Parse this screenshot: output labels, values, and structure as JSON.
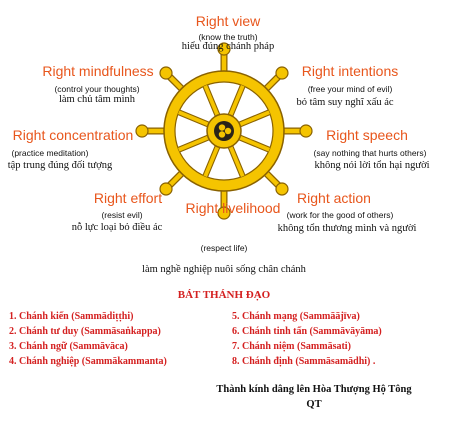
{
  "wheel_labels": {
    "right_view": {
      "heading": "Right view",
      "english": "(know the truth)",
      "vietnamese": "hiểu đúng chánh pháp"
    },
    "right_intentions": {
      "heading": "Right intentions",
      "english": "(free your mind of evil)",
      "vietnamese": "bỏ tâm suy nghĩ xấu ác"
    },
    "right_speech": {
      "heading": "Right speech",
      "english": "(say nothing that hurts others)",
      "vietnamese": "không nói lời tổn hại người"
    },
    "right_action": {
      "heading": "Right action",
      "english": "(work for the good of others)",
      "vietnamese": "không tổn thương mình và người"
    },
    "right_livelihood": {
      "heading": "Right livelihood",
      "english": "(respect life)",
      "vietnamese": "làm nghề nghiệp nuôi sống chân chánh"
    },
    "right_effort": {
      "heading": "Right effort",
      "english": "(resist evil)",
      "vietnamese": "nỗ lực loại bỏ điều ác"
    },
    "right_concentration": {
      "heading": "Right concentration",
      "english": "(practice meditation)",
      "vietnamese": "tập trung đúng đối tượng"
    },
    "right_mindfulness": {
      "heading": "Right mindfulness",
      "english": "(control your thoughts)",
      "vietnamese": "làm chủ tâm mình"
    }
  },
  "path_title": "BÁT THÁNH ĐẠO",
  "left_items": [
    "1. Chánh kiến (Sammādiṭṭhi)",
    "2. Chánh tư duy (Sammāsaṅkappa)",
    "3. Chánh ngữ (Sammāvāca)",
    "4. Chánh nghiệp (Sammākammanta)"
  ],
  "right_items": [
    "5. Chánh mạng (Sammāājīva)",
    "6. Chánh tinh tấn (Sammāvāyāma)",
    "7. Chánh niệm (Sammāsati)",
    "8. Chánh định (Sammāsamādhi) ."
  ],
  "dedication": {
    "line1": "Thành kính dâng lên Hòa Thượng Hộ Tông",
    "line2": "QT"
  },
  "colors": {
    "wheel_gold": "#f5c400",
    "wheel_outline": "#8a6200",
    "hub_dark": "#2a2418",
    "heading_orange": "#e8561c",
    "list_red": "#d42020"
  }
}
